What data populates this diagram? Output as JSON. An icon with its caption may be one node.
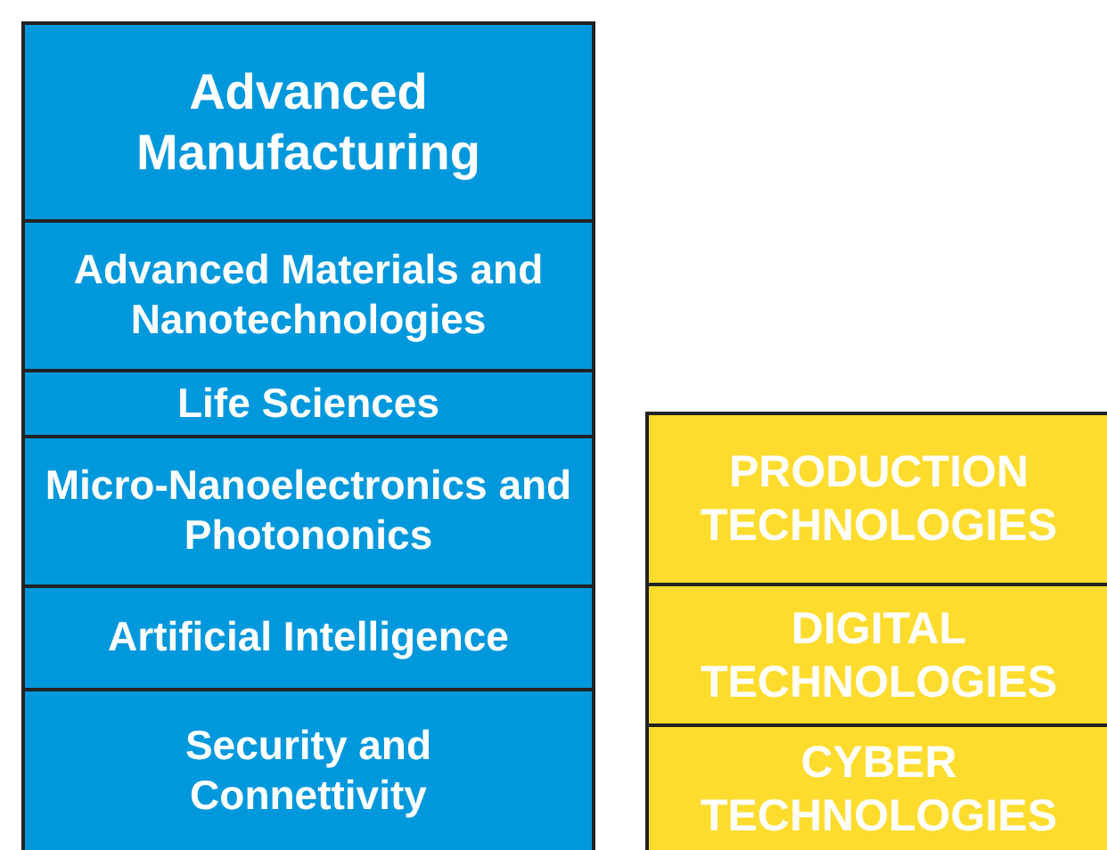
{
  "diagram": {
    "nodes": [
      {
        "text": [
          "Advanced Manufacturing"
        ]
      },
      {
        "text": [
          "Advanced Materials and Nanotechnologies"
        ]
      },
      {
        "text": [
          "Life Sciences"
        ]
      },
      {
        "text": [
          "Micro-Nanoelectronics and Photononics"
        ]
      },
      {
        "text": [
          "Artificial Intelligence"
        ]
      },
      {
        "text": [
          "Security and Connettivity"
        ]
      },
      {
        "text": [
          "PRODUCTION TECHNOLOGIES"
        ]
      },
      {
        "text": [
          "DIGITAL TECHNOLOGIES"
        ]
      },
      {
        "text": [
          "CYBER TECHNOLOGIES"
        ]
      }
    ]
  }
}
